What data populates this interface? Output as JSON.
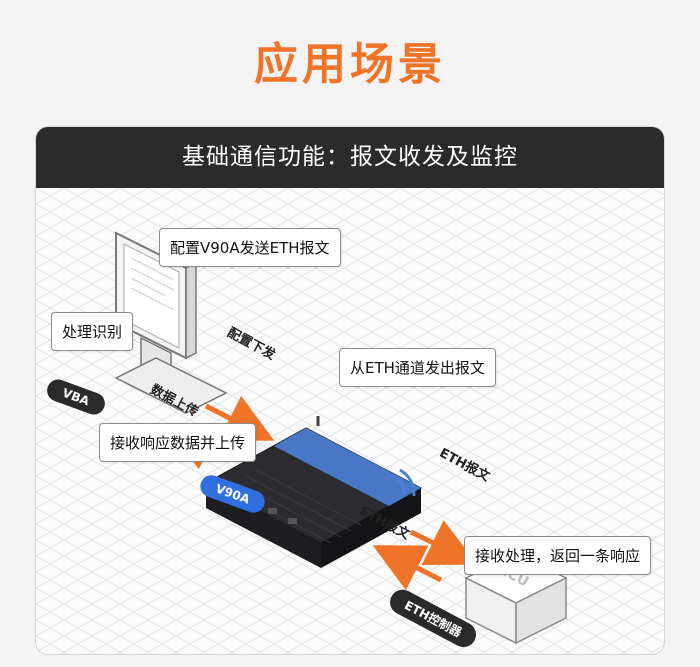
{
  "page": {
    "title": "应用场景"
  },
  "card": {
    "header": "基础通信功能：报文收发及监控"
  },
  "callouts": {
    "config_send": "配置V90A发送ETH报文",
    "process_identify": "处理识别",
    "send_from_eth": "从ETH通道发出报文",
    "receive_upload": "接收响应数据并上传",
    "receive_reply": "接收处理，返回一条响应"
  },
  "pills": {
    "vba": "VBA",
    "v90a": "V90A",
    "eth_controller": "ETH控制器"
  },
  "arrow_labels": {
    "config_down": "配置下发",
    "data_up": "数据上传",
    "eth_msg_out": "ETH报文",
    "eth_msg_in": "ETH报文"
  },
  "device": {
    "ecu_label": "ECU"
  },
  "colors": {
    "accent": "#f07428",
    "header_bg": "#2b2b2b",
    "pill_blue": "#2f6fe0",
    "device_stripe": "#4a7fd6"
  }
}
